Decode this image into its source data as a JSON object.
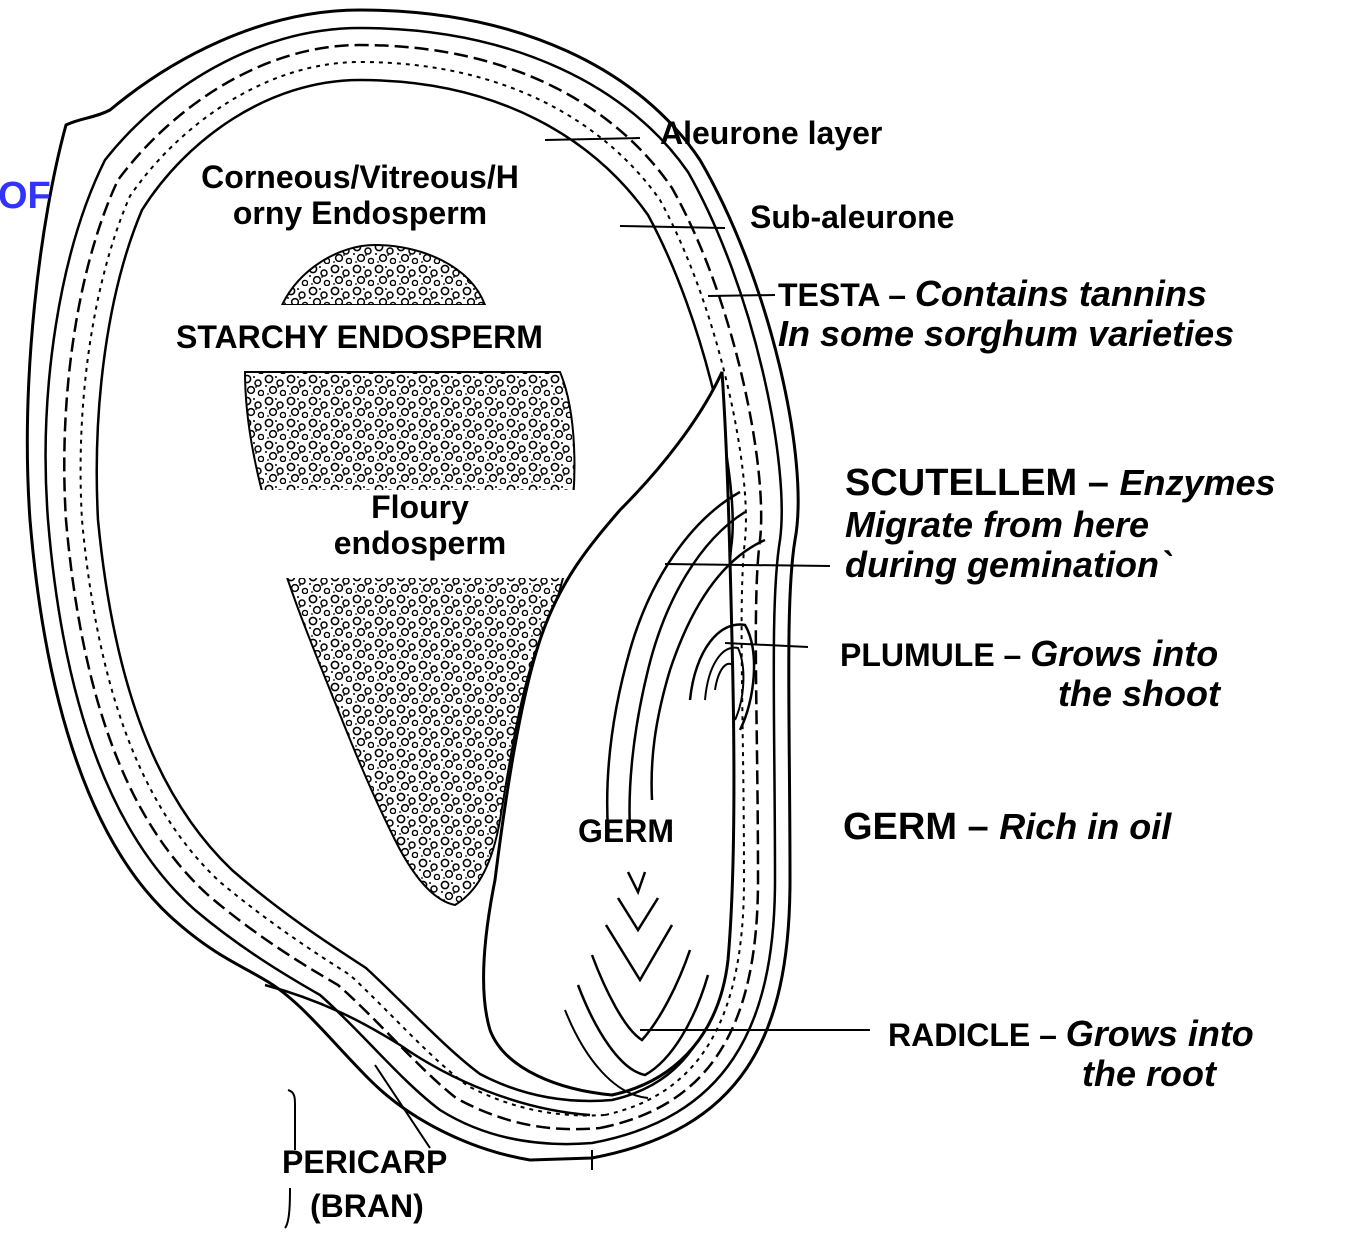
{
  "diagram": {
    "colors": {
      "ink": "#000000",
      "title_fragment": "#3333ff",
      "background": "#ffffff"
    },
    "title_fragment": "OF",
    "labels": {
      "aleurone": "Aleurone layer",
      "sub_aleurone": "Sub-aleurone",
      "corneous_line1": "Corneous/Vitreous/H",
      "corneous_line2": "orny Endosperm",
      "starchy": "STARCHY ENDOSPERM",
      "floury_line1": "Floury",
      "floury_line2": "endosperm",
      "testa_name": "TESTA – ",
      "testa_desc1": "Contains tannins",
      "testa_desc2": "In some sorghum varieties",
      "scutellem_name": "SCUTELLEM – ",
      "scutellem_desc1": "Enzymes",
      "scutellem_desc2": "Migrate from here",
      "scutellem_desc3": "during gemination`",
      "plumule_name": "PLUMULE – ",
      "plumule_desc1": "Grows into",
      "plumule_desc2": "the shoot",
      "germ_inner": "GERM",
      "germ_name": "GERM – ",
      "germ_desc": "Rich in oil",
      "radicle_name": "RADICLE – ",
      "radicle_desc1": "Grows into",
      "radicle_desc2": "the root",
      "pericarp_line1": "PERICARP",
      "pericarp_line2": "(BRAN)"
    }
  }
}
